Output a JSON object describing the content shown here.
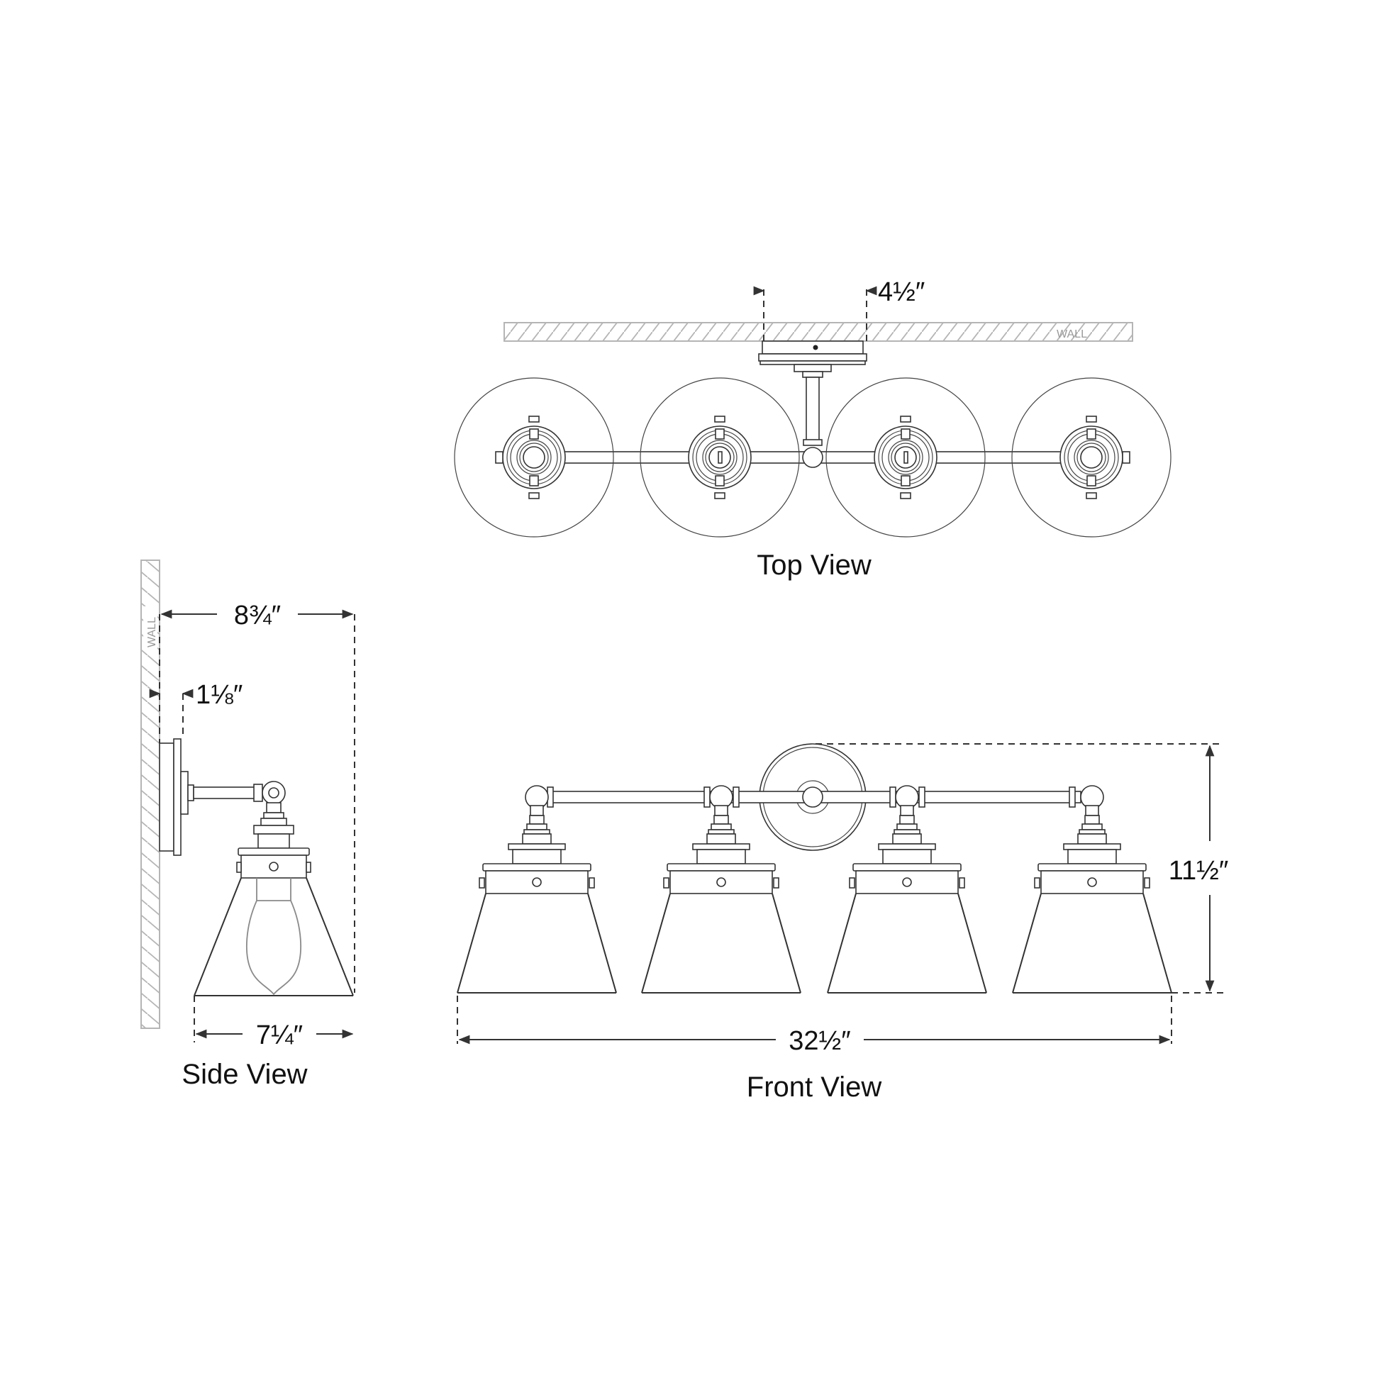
{
  "diagram": {
    "type": "technical-dimension-drawing",
    "subject": "four-light wall sconce (bath bar) with cone shades",
    "stroke_color": "#333333",
    "wall_color": "#b5b5b5",
    "background": "#ffffff"
  },
  "top_view": {
    "title": "Top View",
    "wall_label": "WALL",
    "backplate_depth": "4½″",
    "shade_count": 4
  },
  "side_view": {
    "title": "Side View",
    "wall_label": "WALL",
    "extension": "8¾″",
    "backplate_depth": "1⅛″",
    "shade_width": "7¼″"
  },
  "front_view": {
    "title": "Front View",
    "overall_width": "32½″",
    "overall_height": "11½″",
    "shade_count": 4
  }
}
